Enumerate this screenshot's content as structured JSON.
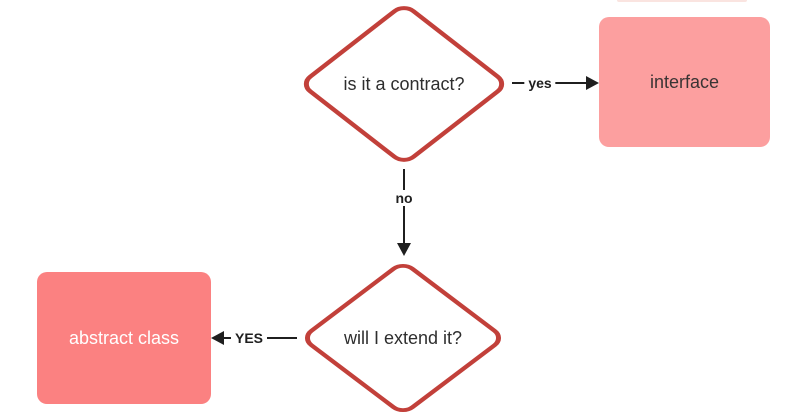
{
  "diagram": {
    "nodes": {
      "decision_contract": {
        "type": "decision",
        "label": "is it a contract?"
      },
      "decision_extend": {
        "type": "decision",
        "label": "will I extend it?"
      },
      "interface_box": {
        "type": "terminator",
        "label": "interface"
      },
      "abstract_box": {
        "type": "terminator",
        "label": "abstract class"
      }
    },
    "edges": {
      "contract_yes": {
        "label": "yes",
        "from": "decision_contract",
        "to": "interface_box",
        "direction": "right"
      },
      "contract_no": {
        "label": "no",
        "from": "decision_contract",
        "to": "decision_extend",
        "direction": "down"
      },
      "extend_yes": {
        "label": "YES",
        "from": "decision_extend",
        "to": "abstract_box",
        "direction": "left"
      }
    },
    "colors": {
      "decision_border": "#c2403a",
      "decision_fill": "#ffffff",
      "interface_fill": "#fc9f9f",
      "abstract_fill": "#fb8181",
      "connector": "#1f1f1f",
      "decision_text": "#2e2e2e",
      "abstract_text": "#ffffff"
    }
  }
}
